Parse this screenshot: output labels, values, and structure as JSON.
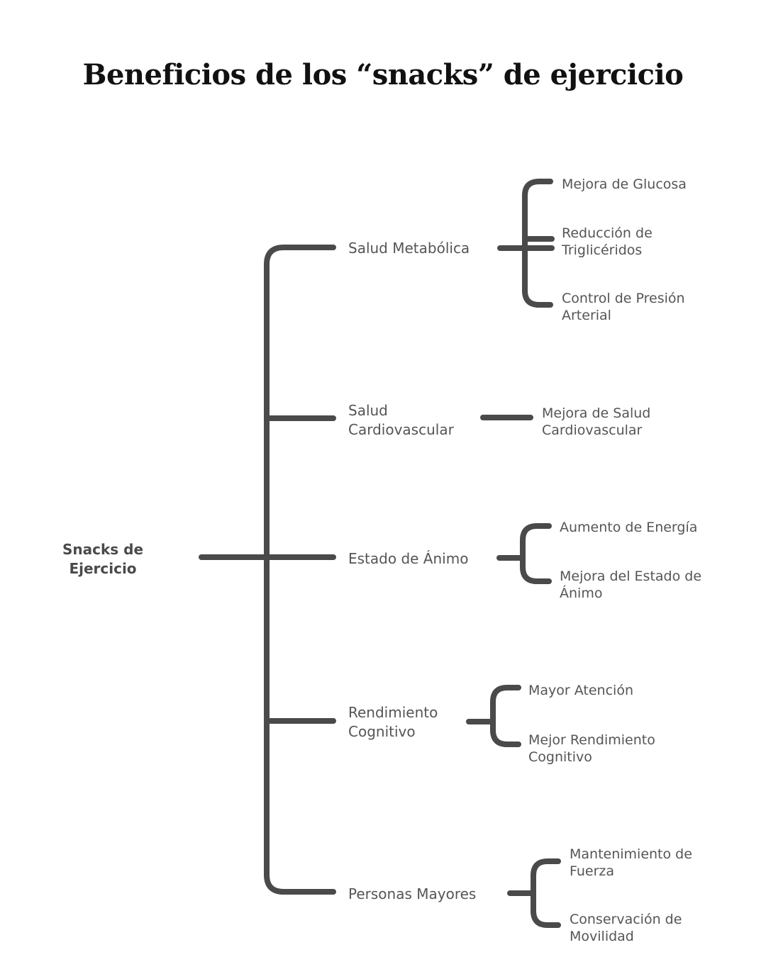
{
  "title": "Beneficios de los “snacks” de ejercicio",
  "root": {
    "line1": "Snacks de",
    "line2": "Ejercicio"
  },
  "categories": [
    {
      "label": "Salud Metabólica",
      "children": [
        "Mejora de Glucosa",
        "Reducción de\nTriglicéridos",
        "Control de Presión\nArterial"
      ]
    },
    {
      "label": "Salud\nCardiovascular",
      "children": [
        "Mejora de Salud\nCardiovascular"
      ]
    },
    {
      "label": "Estado de Ánimo",
      "children": [
        "Aumento de Energía",
        "Mejora del Estado de\nÁnimo"
      ]
    },
    {
      "label": "Rendimiento\nCognitivo",
      "children": [
        "Mayor Atención",
        "Mejor Rendimiento\nCognitivo"
      ]
    },
    {
      "label": "Personas Mayores",
      "children": [
        "Mantenimiento de\nFuerza",
        "Conservación de\nMovilidad"
      ]
    }
  ],
  "colors": {
    "line": "#4a4a4a",
    "text": "#555555",
    "title": "#111111"
  }
}
